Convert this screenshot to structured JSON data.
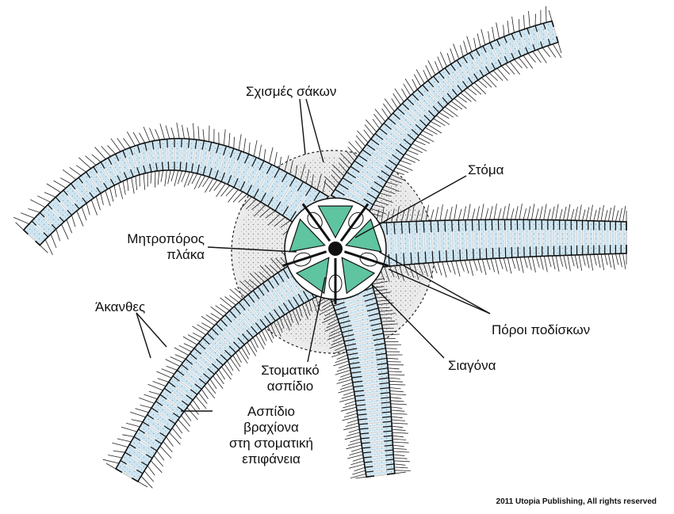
{
  "labels": {
    "gill_slits": "Σχισμές σάκων",
    "mouth": "Στόμα",
    "madreporite_line1": "Μητροπόρος",
    "madreporite_line2": "πλάκα",
    "spines": "Άκανθες",
    "podia_pores": "Πόροι ποδίσκων",
    "jaw": "Σιαγόνα",
    "oral_shield_line1": "Στοματικό",
    "oral_shield_line2": "ασπίδιο",
    "arm_shield_line1": "Ασπίδιο",
    "arm_shield_line2": "βραχίονα",
    "arm_shield_line3": "στη στοματική",
    "arm_shield_line4": "επιφάνεια"
  },
  "copyright": "2011 Utopia Publishing,  All rights reserved",
  "colors": {
    "arm_fill": "#cfe6f2",
    "arm_outline": "#111111",
    "oral_plate": "#5fc4a0",
    "disc": "#e8e8e8",
    "label_text": "#111111"
  }
}
